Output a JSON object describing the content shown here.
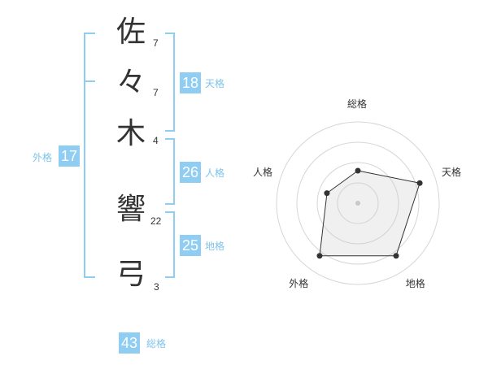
{
  "name": {
    "chars": [
      {
        "char": "佐",
        "strokes": "7"
      },
      {
        "char": "々",
        "strokes": "7"
      },
      {
        "char": "木",
        "strokes": "4"
      },
      {
        "char": "響",
        "strokes": "22"
      },
      {
        "char": "弓",
        "strokes": "3"
      }
    ]
  },
  "fortunes": {
    "tenkaku": {
      "value": "18",
      "label": "天格"
    },
    "jinkaku": {
      "value": "26",
      "label": "人格"
    },
    "chikaku": {
      "value": "25",
      "label": "地格"
    },
    "gaikaku": {
      "value": "17",
      "label": "外格"
    },
    "soukaku": {
      "value": "43",
      "label": "総格"
    }
  },
  "colors": {
    "accent": "#8fcdf2",
    "label": "#7fc3ea",
    "text": "#333333"
  },
  "chart_data": {
    "type": "radar",
    "axes": [
      "総格",
      "天格",
      "地格",
      "外格",
      "人格"
    ],
    "values": [
      2,
      4,
      4,
      4,
      2
    ],
    "rmax": 5,
    "rings": 4,
    "grid": true
  }
}
